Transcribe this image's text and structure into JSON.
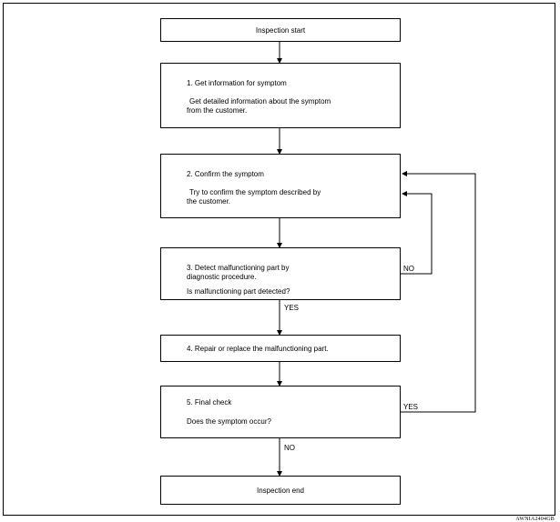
{
  "steps": {
    "start": "Inspection start",
    "step1": {
      "title": "1. Get information for symptom",
      "desc_line1": "Get detailed information about the symptom",
      "desc_line2": "from the customer."
    },
    "step2": {
      "title": "2. Confirm the symptom",
      "desc_line1": "Try to confirm the symptom described by",
      "desc_line2": "the customer."
    },
    "step3": {
      "title_line1": "3. Detect malfunctioning part by",
      "title_line2": "diagnostic procedure.",
      "question": "Is malfunctioning part detected?"
    },
    "step4": {
      "title": "4. Repair or replace the malfunctioning part."
    },
    "step5": {
      "title": "5. Final check",
      "question": "Does the symptom occur?"
    },
    "end": "Inspection end"
  },
  "labels": {
    "step3_no": "NO",
    "step3_yes": "YES",
    "step5_yes": "YES",
    "step5_no": "NO"
  },
  "figure_code": "AWNIA2404GB"
}
